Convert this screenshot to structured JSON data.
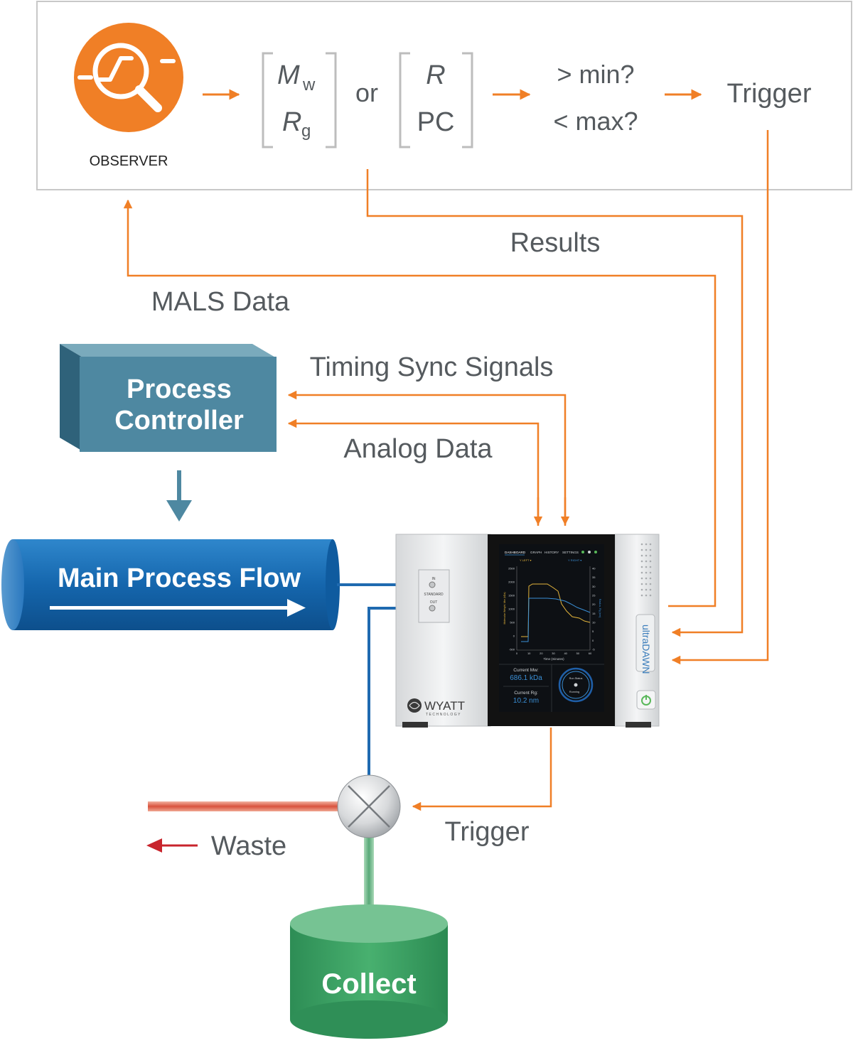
{
  "observer": {
    "label": "OBSERVER",
    "icon": "observer-magnifier-icon"
  },
  "equation": {
    "mw_letter": "M",
    "mw_sub": "w",
    "rg_letter": "R",
    "rg_sub": "g",
    "or": "or",
    "r": "R",
    "pc": "PC",
    "gt_min": "> min?",
    "lt_max": "< max?",
    "trigger": "Trigger"
  },
  "flows": {
    "results": "Results",
    "mals_data": "MALS Data",
    "timing_sync": "Timing Sync Signals",
    "analog_data": "Analog Data",
    "trigger": "Trigger",
    "waste": "Waste"
  },
  "process_controller": {
    "line1": "Process",
    "line2": "Controller"
  },
  "main_flow": {
    "label": "Main Process Flow"
  },
  "collect": {
    "label": "Collect"
  },
  "instrument": {
    "brand": "WYATT",
    "brand_sub": "TECHNOLOGY",
    "model": "ultraDAWN",
    "port_in": "IN",
    "port_standard": "STANDARD",
    "port_out": "OUT",
    "screen": {
      "tabs": [
        "DASHBOARD",
        "GRAPH",
        "HISTORY",
        "SETTINGS"
      ],
      "left_sel": "Y LEFT ▾",
      "right_sel": "Y RIGHT ▾",
      "y_left_ticks": [
        "2500",
        "2000",
        "1500",
        "1000",
        "500",
        "0",
        "-500"
      ],
      "y_right_ticks": [
        "40",
        "35",
        "30",
        "25",
        "20",
        "15",
        "10",
        "5",
        "0",
        "-5"
      ],
      "x_ticks": [
        "0",
        "10",
        "20",
        "30",
        "40",
        "50",
        "60"
      ],
      "x_label": "Time (minutes)",
      "y_left_label": "Molecular Weight, Mw (kDa)",
      "y_right_label": "Radius, Rg (nm)",
      "mw_title": "Current Mw:",
      "mw_value": "686.1 kDa",
      "rg_title": "Current Rg:",
      "rg_value": "10.2 nm",
      "run_status": "Run Status",
      "running": "Running"
    }
  },
  "colors": {
    "orange": "#f07f26",
    "blue_line": "#2a73b6",
    "teal": "#4d8aa3",
    "flow_blue": "#1d6db3",
    "green": "#3aa168",
    "text_gray": "#555a5e"
  }
}
